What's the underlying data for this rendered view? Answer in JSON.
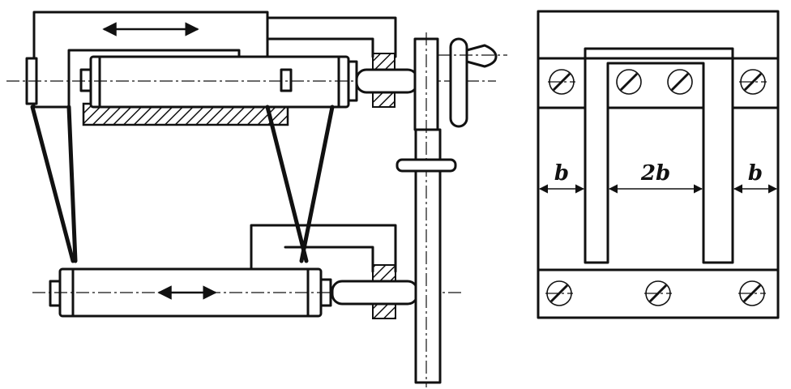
{
  "labels": {
    "left_gap": "b",
    "center_gap": "2b",
    "right_gap": "b"
  }
}
